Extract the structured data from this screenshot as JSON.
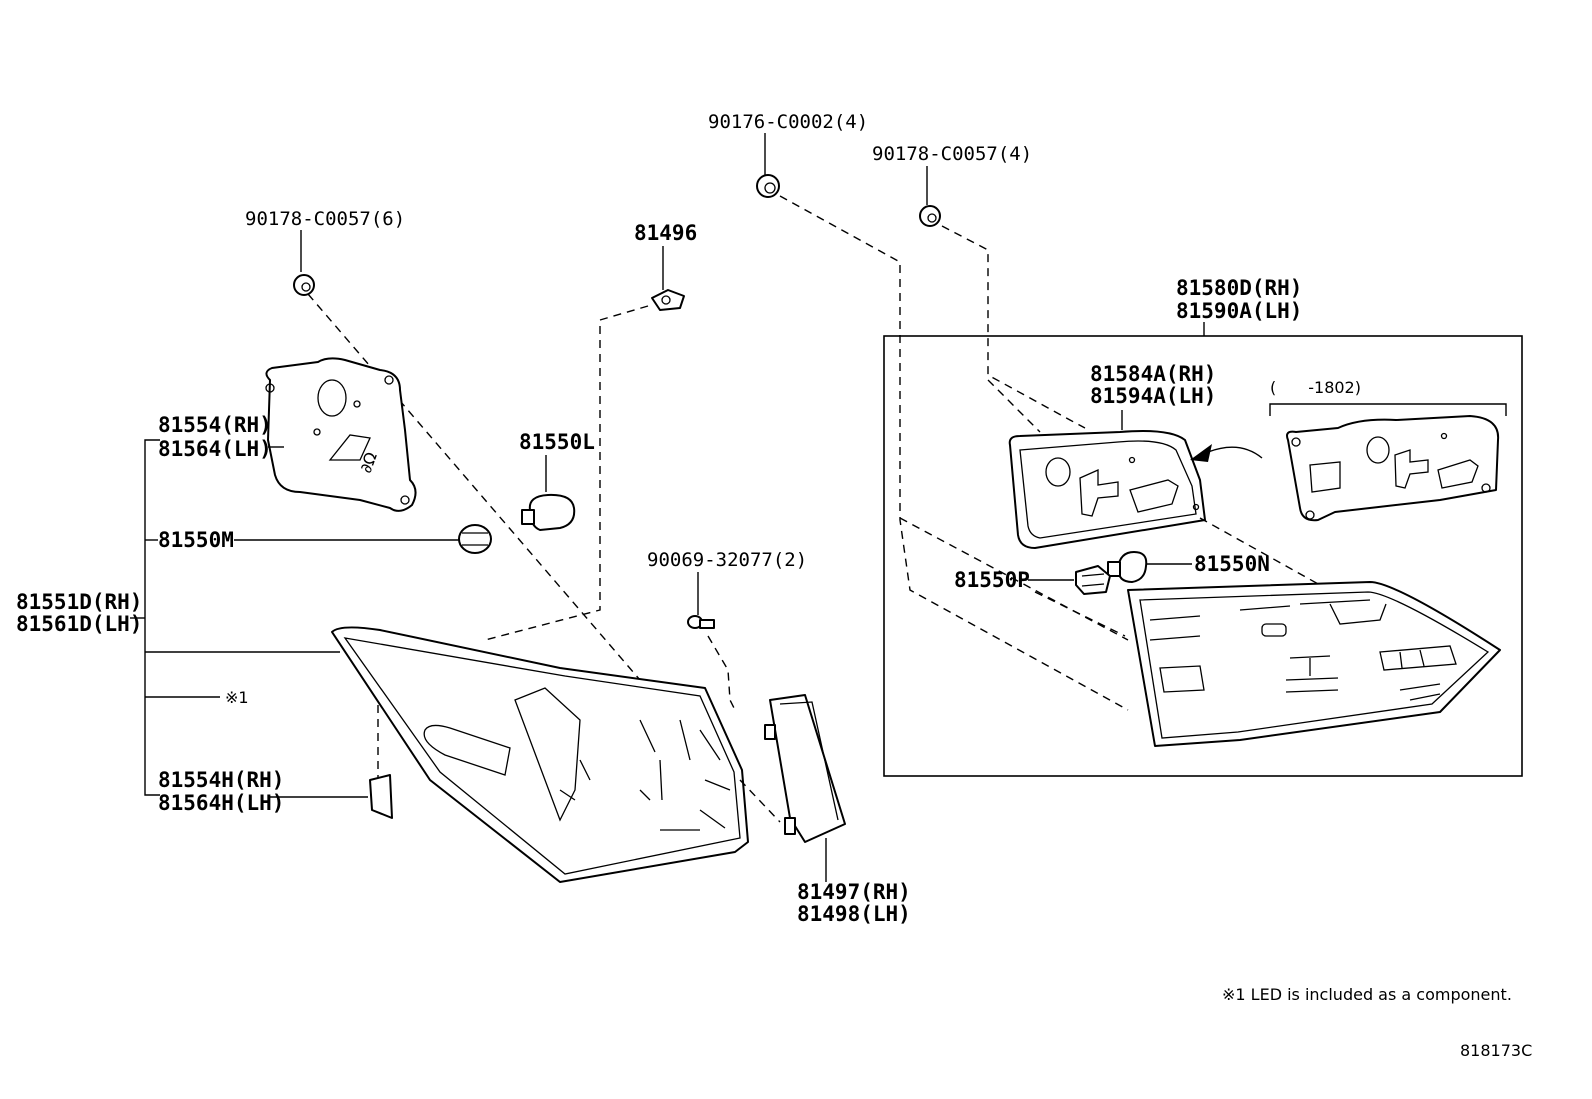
{
  "labels": {
    "clip_90178_6": "90178-C0057(6)",
    "clip_81496": "81496",
    "clip_90176": "90176-C0002(4)",
    "clip_90178_4": "90178-C0057(4)",
    "gasket_rh": "81554(RH)",
    "gasket_lh": "81564(LH)",
    "bulb_81550L": "81550L",
    "socket_81550M": "81550M",
    "lamp_rh": "81551D(RH)",
    "lamp_lh": "81561D(LH)",
    "note_ref": "※1",
    "cover_rh": "81554H(RH)",
    "cover_lh": "81564H(LH)",
    "screw_90069": "90069-32077(2)",
    "reflector_rh": "81497(RH)",
    "reflector_lh": "81498(LH)",
    "assy_rh": "81580D(RH)",
    "assy_lh": "81590A(LH)",
    "inner_gasket_rh": "81584A(RH)",
    "inner_gasket_lh": "81594A(LH)",
    "date_range": "(　　-1802)",
    "bulb_81550N": "81550N",
    "socket_81550P": "81550P"
  },
  "footnote": "※1 LED is included as a component.",
  "diagram_id": "818173C"
}
